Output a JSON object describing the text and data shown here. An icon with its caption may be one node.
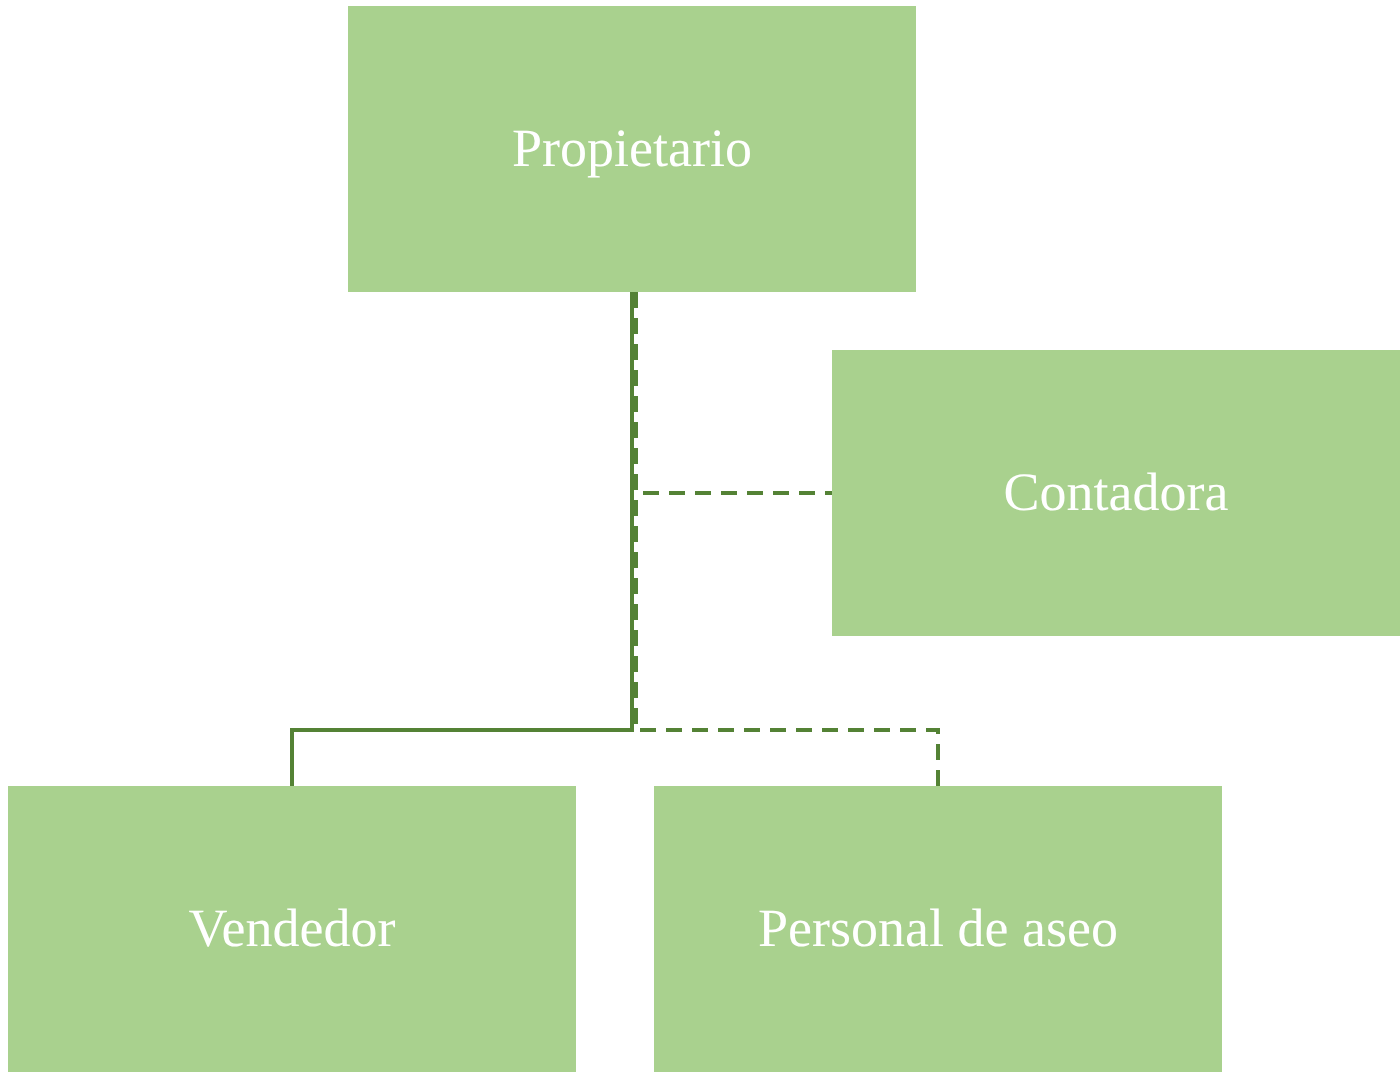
{
  "diagram": {
    "nodes": [
      {
        "text": [
          "Propietario"
        ]
      },
      {
        "text": [
          "Contadora"
        ]
      },
      {
        "text": [
          "Vendedor"
        ]
      },
      {
        "text": [
          "Personal de aseo"
        ]
      }
    ],
    "edges": [
      {
        "from": 0,
        "to": 1,
        "arrow": "none",
        "style": "dashed"
      },
      {
        "from": 0,
        "to": 2,
        "arrow": "none"
      },
      {
        "from": 0,
        "to": 3,
        "arrow": "none",
        "style": "dashed"
      }
    ]
  }
}
